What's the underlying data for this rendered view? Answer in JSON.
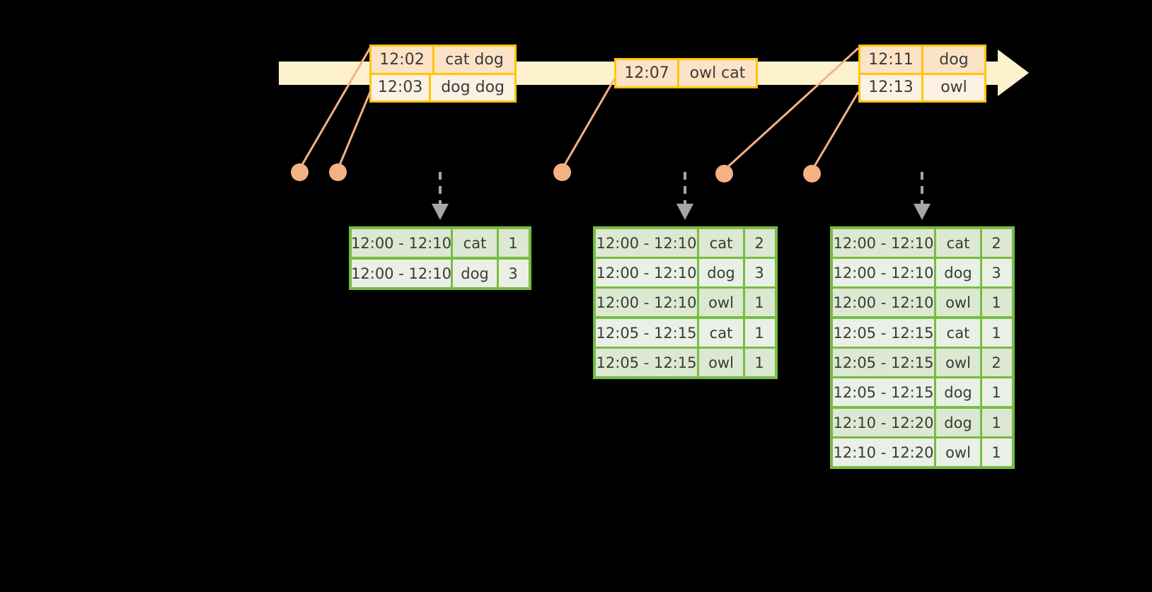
{
  "timeline": {
    "label": "event-stream-timeline",
    "bar_color": "#fdf2cd",
    "box_border_color": "#ffc60b",
    "events": [
      {
        "id": "event-box-1",
        "rows": [
          {
            "time": "12:02",
            "values": "cat dog"
          },
          {
            "time": "12:03",
            "values": "dog dog"
          }
        ]
      },
      {
        "id": "event-box-2",
        "rows": [
          {
            "time": "12:07",
            "values": "owl cat"
          }
        ]
      },
      {
        "id": "event-box-3",
        "rows": [
          {
            "time": "12:11",
            "values": "dog"
          },
          {
            "time": "12:13",
            "values": "owl"
          }
        ]
      }
    ]
  },
  "dots": {
    "color": "#f4b183",
    "count": 5
  },
  "tables": [
    {
      "id": "result-table-1",
      "border_color": "#77bc43",
      "rows": [
        {
          "range": "12:00 - 12:10",
          "key": "cat",
          "count": "1"
        },
        {
          "range": "12:00 - 12:10",
          "key": "dog",
          "count": "3"
        }
      ],
      "groups": [
        1,
        1
      ]
    },
    {
      "id": "result-table-2",
      "border_color": "#77bc43",
      "rows": [
        {
          "range": "12:00 - 12:10",
          "key": "cat",
          "count": "2"
        },
        {
          "range": "12:00 - 12:10",
          "key": "dog",
          "count": "3"
        },
        {
          "range": "12:00 - 12:10",
          "key": "owl",
          "count": "1"
        },
        {
          "range": "12:05 - 12:15",
          "key": "cat",
          "count": "1"
        },
        {
          "range": "12:05 - 12:15",
          "key": "owl",
          "count": "1"
        }
      ],
      "groups": [
        3,
        2
      ]
    },
    {
      "id": "result-table-3",
      "border_color": "#77bc43",
      "rows": [
        {
          "range": "12:00 - 12:10",
          "key": "cat",
          "count": "2"
        },
        {
          "range": "12:00 - 12:10",
          "key": "dog",
          "count": "3"
        },
        {
          "range": "12:00 - 12:10",
          "key": "owl",
          "count": "1"
        },
        {
          "range": "12:05 - 12:15",
          "key": "cat",
          "count": "1"
        },
        {
          "range": "12:05 - 12:15",
          "key": "owl",
          "count": "2"
        },
        {
          "range": "12:05 - 12:15",
          "key": "dog",
          "count": "1"
        },
        {
          "range": "12:10 - 12:20",
          "key": "dog",
          "count": "1"
        },
        {
          "range": "12:10 - 12:20",
          "key": "owl",
          "count": "1"
        }
      ],
      "groups": [
        3,
        3,
        2
      ]
    }
  ],
  "arrows": {
    "color": "#a6a6a6",
    "count": 3
  }
}
